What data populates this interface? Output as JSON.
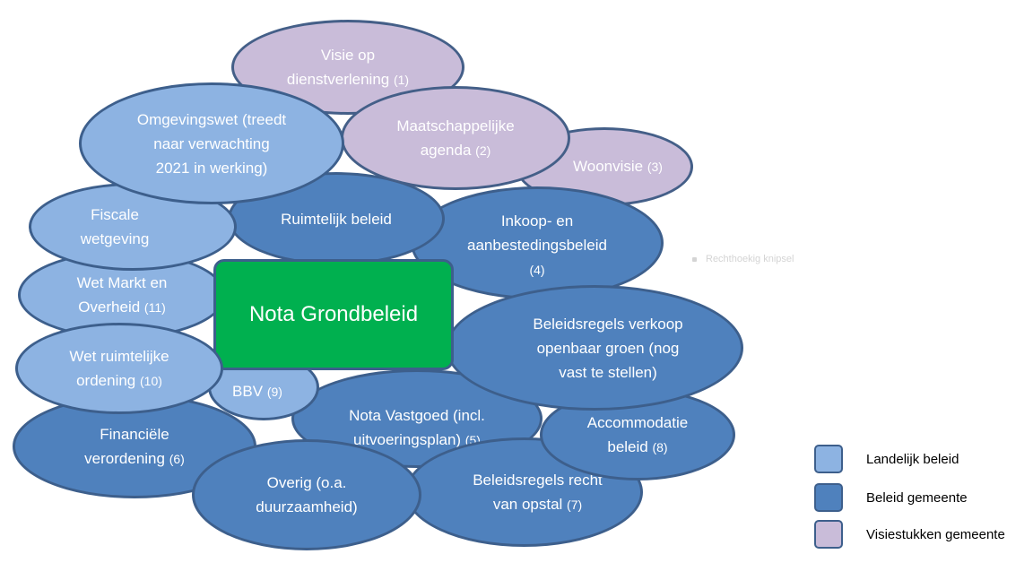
{
  "center": {
    "title": "Nota Grondbeleid",
    "color": "#00b04f"
  },
  "colors": {
    "landelijk": "#8db3e2",
    "gemeente": "#4f81bd",
    "visie": "#c9bcd9",
    "border": "#3d5f8c"
  },
  "bubbles": {
    "visie_dienstverlening": {
      "line1": "Visie op",
      "line2": "dienstverlening",
      "num": "(1)"
    },
    "maatschappelijke_agenda": {
      "line1": "Maatschappelijke",
      "line2": "agenda",
      "num": "(2)"
    },
    "woonvisie": {
      "line1": "Woonvisie",
      "num": "(3)"
    },
    "omgevingswet": {
      "line1": "Omgevingswet (treedt",
      "line2": "naar verwachting",
      "line3": "2021 in werking)"
    },
    "ruimtelijk_beleid": {
      "line1": "Ruimtelijk beleid"
    },
    "inkoop": {
      "line1": "Inkoop- en",
      "line2": "aanbestedingsbeleid",
      "num": "(4)"
    },
    "fiscale": {
      "line1": "Fiscale",
      "line2": "wetgeving"
    },
    "wet_markt": {
      "line1": "Wet Markt en",
      "line2": "Overheid",
      "num": "(11)"
    },
    "beleidsregels_groen": {
      "line1": "Beleidsregels verkoop",
      "line2": "openbaar groen  (nog",
      "line3": "vast te stellen)"
    },
    "wet_ruimtelijke": {
      "line1": "Wet ruimtelijke",
      "line2": "ordening",
      "num": "(10)"
    },
    "bbv": {
      "line1": "BBV",
      "num": "(9)"
    },
    "nota_vastgoed": {
      "line1": "Nota Vastgoed (incl.",
      "line2": "uitvoeringsplan)",
      "num": "(5)"
    },
    "accommodatie": {
      "line1": "Accommodatie",
      "line2": "beleid",
      "num": "(8)"
    },
    "financiele": {
      "line1": "Financiële",
      "line2": "verordening",
      "num": "(6)"
    },
    "overig": {
      "line1": "Overig (o.a.",
      "line2": "duurzaamheid)"
    },
    "opstal": {
      "line1": "Beleidsregels recht",
      "line2": "van opstal",
      "num": "(7)"
    }
  },
  "ghost_label": "Rechthoekig knipsel",
  "legend": [
    {
      "label": "Landelijk beleid",
      "color": "#8db3e2"
    },
    {
      "label": "Beleid gemeente",
      "color": "#4f81bd"
    },
    {
      "label": "Visiestukken gemeente",
      "color": "#c9bcd9"
    }
  ]
}
